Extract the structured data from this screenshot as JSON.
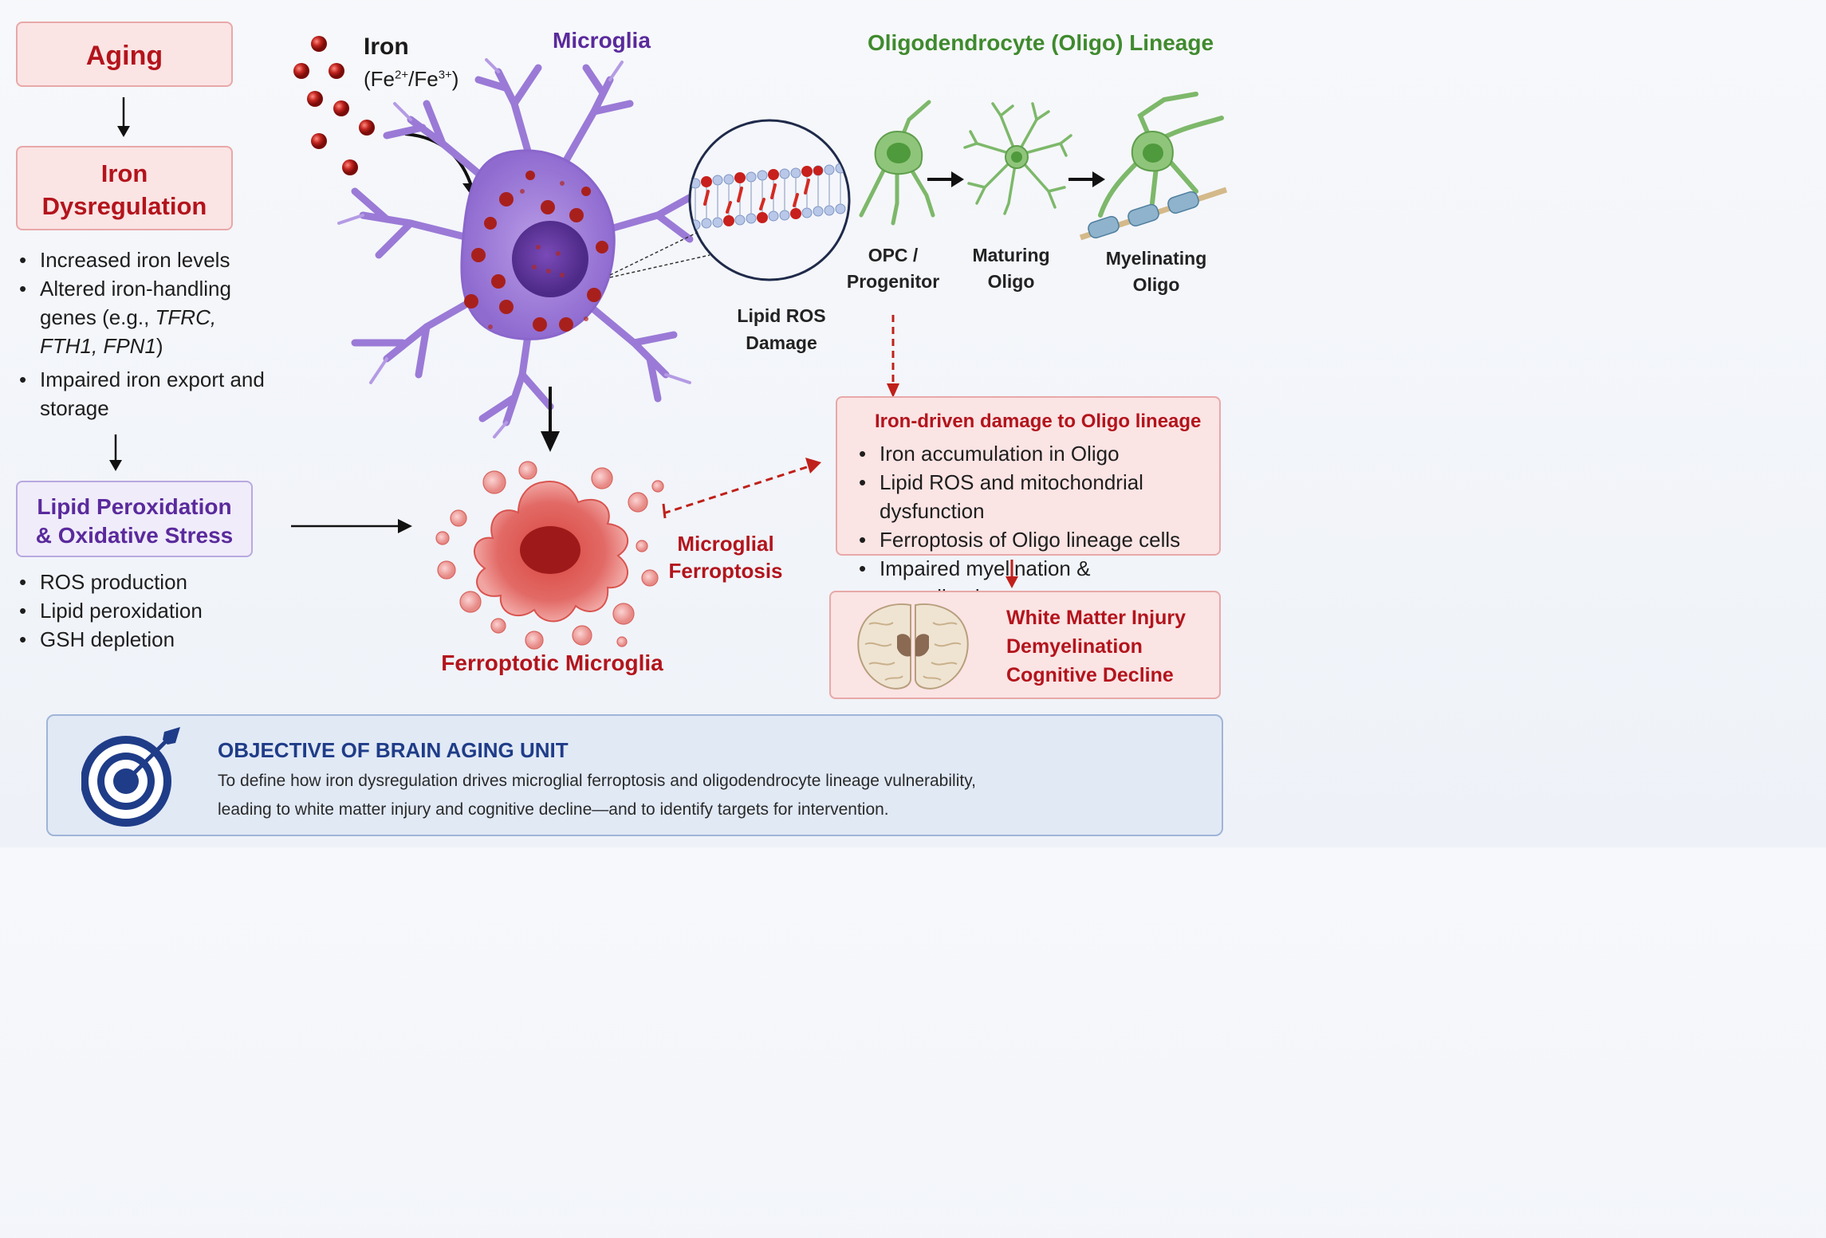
{
  "aging": {
    "title": "Aging"
  },
  "iron_dysregulation": {
    "title": "Iron Dysregulation",
    "bullets": [
      "Increased iron levels",
      "Altered iron-handling genes (e.g., ",
      "Impaired iron export and storage"
    ],
    "genes": "TFRC, FTH1, FPN1",
    "genes_suffix": ")"
  },
  "lipid_peroxidation": {
    "title_line1": "Lipid Peroxidation",
    "title_line2": "& Oxidative Stress",
    "bullets": [
      "ROS production",
      "Lipid peroxidation",
      "GSH depletion"
    ]
  },
  "iron_label": {
    "title": "Iron",
    "formula_prefix": "(Fe",
    "formula_sup1": "2+",
    "formula_mid": "/Fe",
    "formula_sup2": "3+",
    "formula_suffix": ")"
  },
  "microglia_label": "Microglia",
  "lipid_ros_label": [
    "Lipid ROS",
    "Damage"
  ],
  "ferroptotic_label": "Ferroptotic Microglia",
  "microglial_ferroptosis_label": [
    "Microglial",
    "Ferroptosis"
  ],
  "oligo_lineage": {
    "title": "Oligodendrocyte (Oligo) Lineage",
    "stages": [
      {
        "line1": "OPC /",
        "line2": "Progenitor"
      },
      {
        "line1": "Maturing",
        "line2": "Oligo"
      },
      {
        "line1": "Myelinating",
        "line2": "Oligo"
      }
    ]
  },
  "oligo_damage": {
    "title": "Iron-driven damage to Oligo lineage",
    "bullets": [
      "Iron accumulation in Oligo",
      "Lipid ROS and mitochondrial dysfunction",
      "Ferroptosis of Oligo lineage cells",
      "Impaired myelination & remyelination"
    ]
  },
  "outcome": {
    "lines": [
      "White Matter Injury",
      "Demyelination",
      "Cognitive Decline"
    ]
  },
  "objective": {
    "title": "OBJECTIVE OF BRAIN AGING UNIT",
    "line1": "To define how iron dysregulation drives microglial ferroptosis and oligodendrocyte lineage vulnerability,",
    "line2": "leading to white matter injury and cognitive decline—and to identify targets for intervention."
  },
  "colors": {
    "accent_red": "#b3141c",
    "accent_purple": "#5a2a9c",
    "accent_green": "#3f8a2e",
    "objective_blue": "#1f3c88"
  }
}
